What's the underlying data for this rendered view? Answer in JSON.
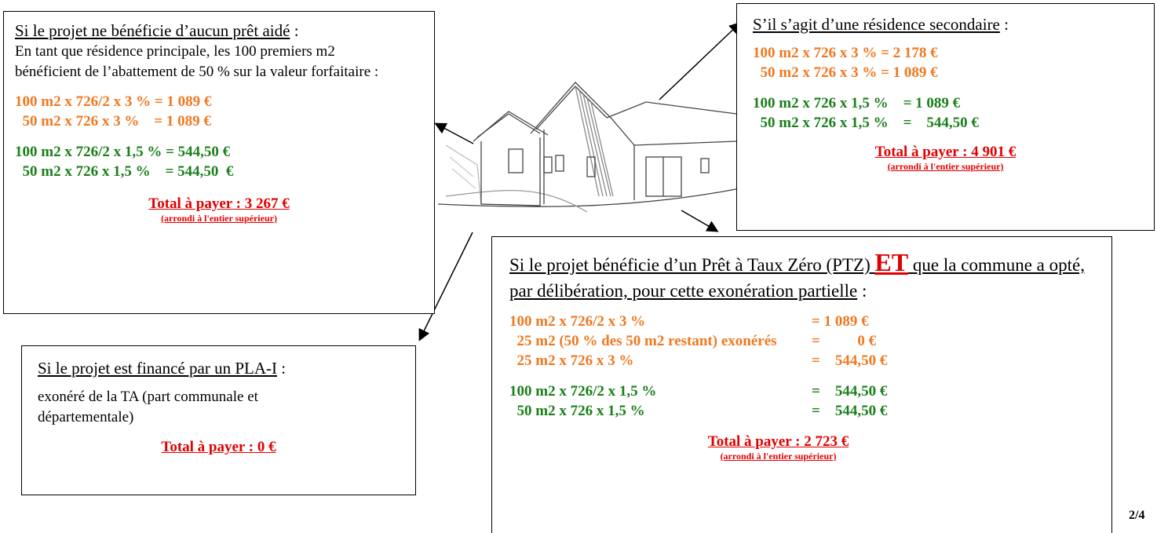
{
  "box1": {
    "heading": "Si le projet ne bénéficie d’aucun prêt aidé",
    "heading_suffix": " :",
    "intro": "En tant que résidence principale, les 100 premiers m2 bénéficient de l’abattement de 50 % sur la valeur forfaitaire :",
    "orange": [
      "100 m2 x 726/2 x 3 % = 1 089 €",
      "  50 m2 x 726 x 3 %    = 1 089 €"
    ],
    "green": [
      "100 m2 x 726/2 x 1,5 % = 544,50 €",
      "  50 m2 x 726 x 1,5 %    = 544,50  €"
    ],
    "total": "Total à payer : 3 267 €",
    "note": "(arrondi à l'entier supérieur)"
  },
  "box2": {
    "heading": "S’il s’agit d’une résidence secondaire",
    "heading_suffix": " :",
    "orange": [
      "100 m2 x 726 x 3 % = 2 178 €",
      "  50 m2 x 726 x 3 % = 1 089 €"
    ],
    "green": [
      "100 m2 x 726 x 1,5 %    = 1 089 €",
      "  50 m2 x 726 x 1,5 %    =    544,50 €"
    ],
    "total": "Total à payer : 4 901  €",
    "note": "(arrondi à l'entier supérieur)"
  },
  "box3": {
    "heading": "Si le projet est financé par un PLA-I",
    "heading_suffix": " :",
    "body": "exonéré de la TA (part communale et départementale)",
    "total": "Total à payer : 0 €"
  },
  "box4": {
    "heading_a": "Si le projet bénéficie d’un Prêt à Taux Zéro (PTZ) ",
    "heading_et": "ET",
    "heading_b": " que la commune a opté, par délibération, pour cette exonération partielle",
    "heading_suffix": " :",
    "orange_rows": [
      {
        "left": "100 m2 x 726/2 x 3 %",
        "right": "= 1 089 €"
      },
      {
        "left": "  25 m2 (50 % des 50 m2 restant) exonérés",
        "right": "=          0 €"
      },
      {
        "left": "  25 m2 x 726 x 3 %",
        "right": "=    544,50 €"
      }
    ],
    "green_rows": [
      {
        "left": "100 m2 x 726/2 x 1,5 %",
        "right": "=    544,50 €"
      },
      {
        "left": "  50 m2 x 726 x 1,5 %",
        "right": "=    544,50 €"
      }
    ],
    "total": "Total à  payer : 2 723 €",
    "note": "(arrondi à l'entier supérieur)"
  },
  "page_number": "2/4",
  "colors": {
    "orange": "#f07820",
    "green": "#1a7f1a",
    "red": "#e00000"
  },
  "illustration": "house-sketch"
}
